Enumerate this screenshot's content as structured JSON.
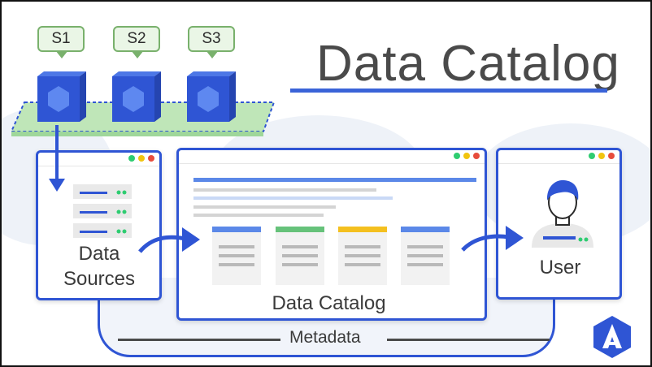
{
  "title": "Data Catalog",
  "sources": [
    "S1",
    "S2",
    "S3"
  ],
  "panels": {
    "data_sources": {
      "line1": "Data",
      "line2": "Sources"
    },
    "catalog": "Data Catalog",
    "user": "User"
  },
  "metadata_label": "Metadata",
  "colors": {
    "accent_blue": "#2f55d4",
    "bubble_green": "#79b16c",
    "platform_green": "#bfe6b8",
    "card_blue": "#5b88e8",
    "card_green": "#66c27a",
    "card_yellow": "#f4c01f",
    "dot_red": "#e74c3c",
    "dot_yellow": "#f1c40f",
    "dot_green": "#2ecc71"
  },
  "icons": [
    "cube-icon",
    "server-icon",
    "user-icon",
    "logo-icon"
  ]
}
